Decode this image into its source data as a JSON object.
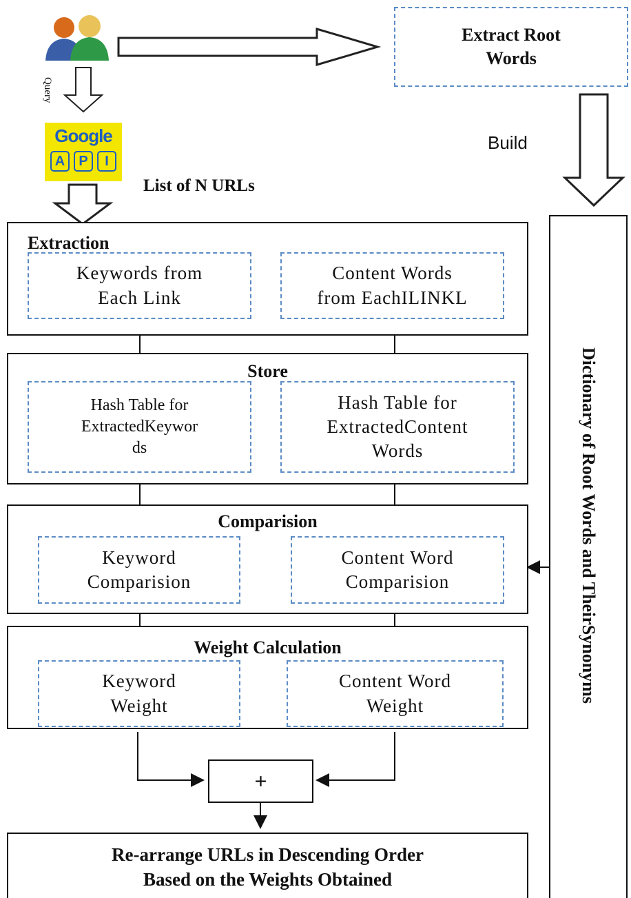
{
  "top": {
    "extract_root_words": "Extract Root\nWords",
    "query_label": "Query",
    "build_label": "Build",
    "api_logo": {
      "line1": "Google",
      "line2": [
        "A",
        "P",
        "I"
      ]
    },
    "list_label": "List of N URLs"
  },
  "dictionary_label": "Dictionary of Root Words and TheirSynonyms",
  "sections": {
    "extraction": {
      "title": "Extraction",
      "left": "Keywords from\nEach Link",
      "right": "Content Words\nfrom EachILINKL"
    },
    "store": {
      "title": "Store",
      "left": "Hash Table for\nExtractedKeywor\nds",
      "right": "Hash Table for\nExtractedContent\nWords"
    },
    "comparision": {
      "title": "Comparision",
      "left": "Keyword\nComparision",
      "right": "Content Word\nComparision"
    },
    "weight": {
      "title": "Weight Calculation",
      "left": "Keyword\nWeight",
      "right": "Content Word\nWeight"
    }
  },
  "plus_label": "+",
  "final_box": "Re-arrange URLs in Descending Order\nBased on the Weights Obtained",
  "colors": {
    "dash_border": "#5b8bc4",
    "api_bg": "#f3e600",
    "api_text": "#1f5fbf"
  }
}
